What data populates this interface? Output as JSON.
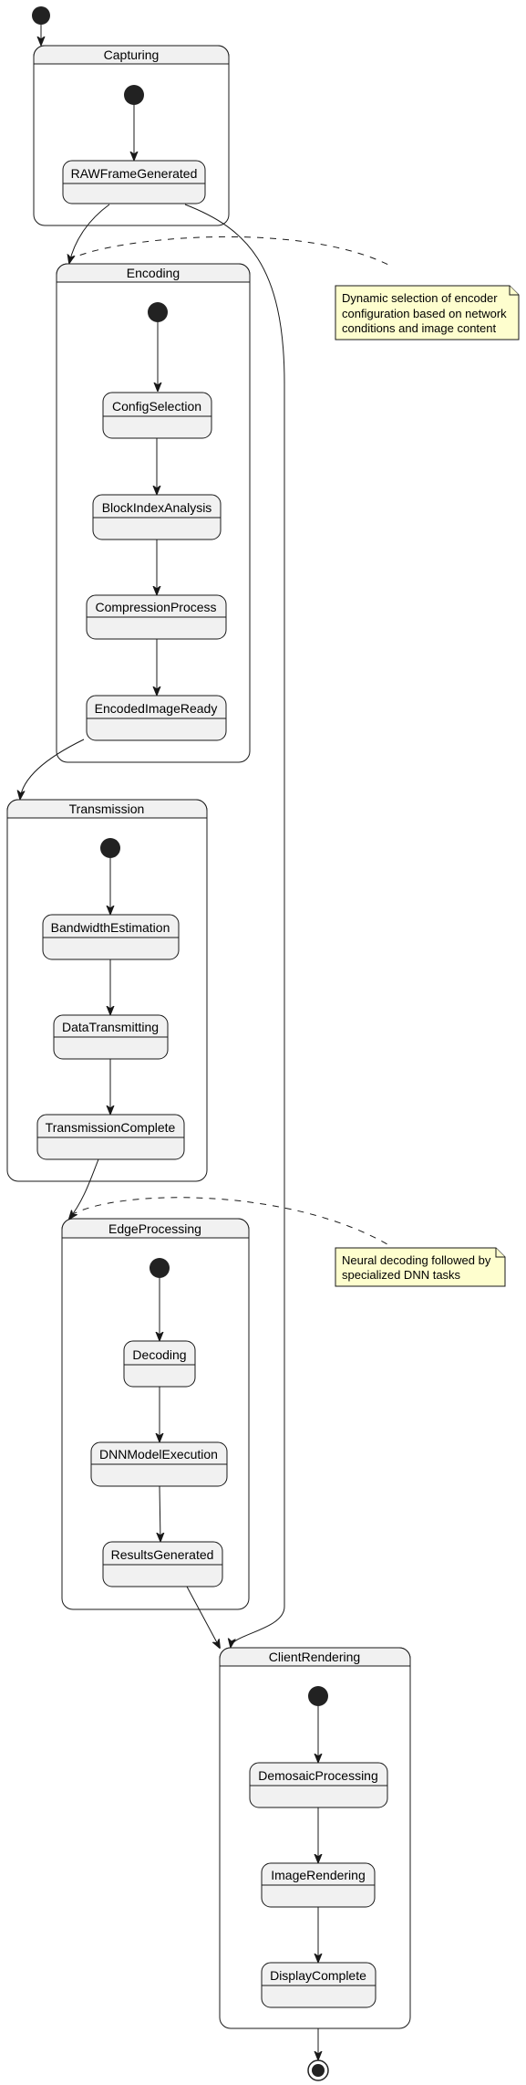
{
  "composites": {
    "capturing": "Capturing",
    "encoding": "Encoding",
    "transmission": "Transmission",
    "edge_processing": "EdgeProcessing",
    "client_rendering": "ClientRendering"
  },
  "states": {
    "raw_frame_generated": "RAWFrameGenerated",
    "config_selection": "ConfigSelection",
    "block_index_analysis": "BlockIndexAnalysis",
    "compression_process": "CompressionProcess",
    "encoded_image_ready": "EncodedImageReady",
    "bandwidth_estimation": "BandwidthEstimation",
    "data_transmitting": "DataTransmitting",
    "transmission_complete": "TransmissionComplete",
    "decoding": "Decoding",
    "dnn_model_execution": "DNNModelExecution",
    "results_generated": "ResultsGenerated",
    "demosaic_processing": "DemosaicProcessing",
    "image_rendering": "ImageRendering",
    "display_complete": "DisplayComplete"
  },
  "notes": {
    "encoding_note": [
      "Dynamic selection of encoder",
      "configuration based on network",
      "conditions and image content"
    ],
    "edge_note": [
      "Neural decoding followed by",
      "specialized DNN tasks"
    ]
  }
}
